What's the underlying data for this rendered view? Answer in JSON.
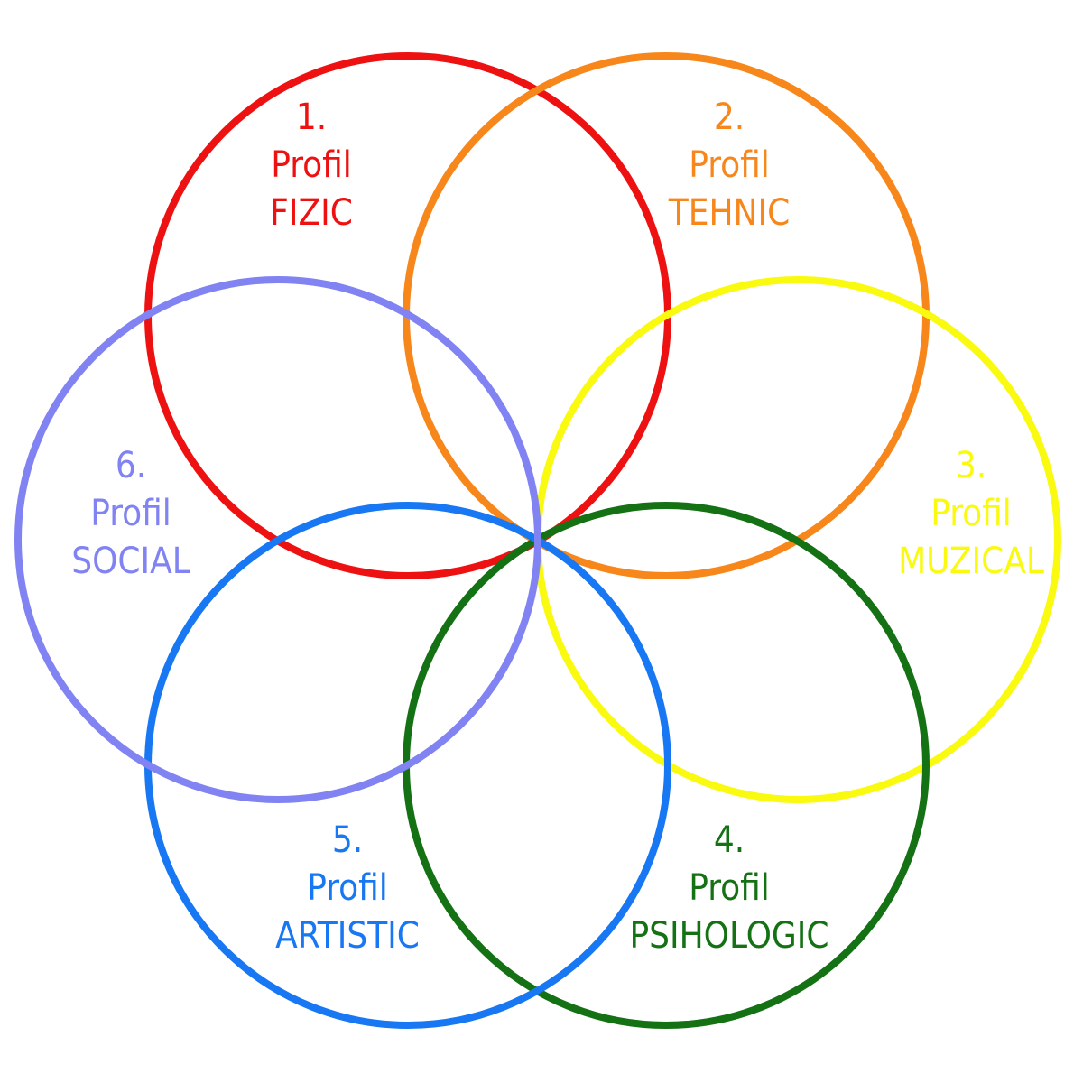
{
  "profiles": [
    {
      "id": "fizic",
      "number": "1.",
      "word": "Profil",
      "name": "FIZIC",
      "color": "#ee1111"
    },
    {
      "id": "tehnic",
      "number": "2.",
      "word": "Profil",
      "name": "TEHNIC",
      "color": "#f7861b"
    },
    {
      "id": "muzical",
      "number": "3.",
      "word": "Profil",
      "name": "MUZICAL",
      "color": "#fafa11"
    },
    {
      "id": "psihologic",
      "number": "4.",
      "word": "Profil",
      "name": "PSIHOLOGIC",
      "color": "#147114"
    },
    {
      "id": "artistic",
      "number": "5.",
      "word": "Profil",
      "name": "ARTISTIC",
      "color": "#1877f2"
    },
    {
      "id": "social",
      "number": "6.",
      "word": "Profil",
      "name": "SOCIAL",
      "color": "#8183f3"
    }
  ]
}
